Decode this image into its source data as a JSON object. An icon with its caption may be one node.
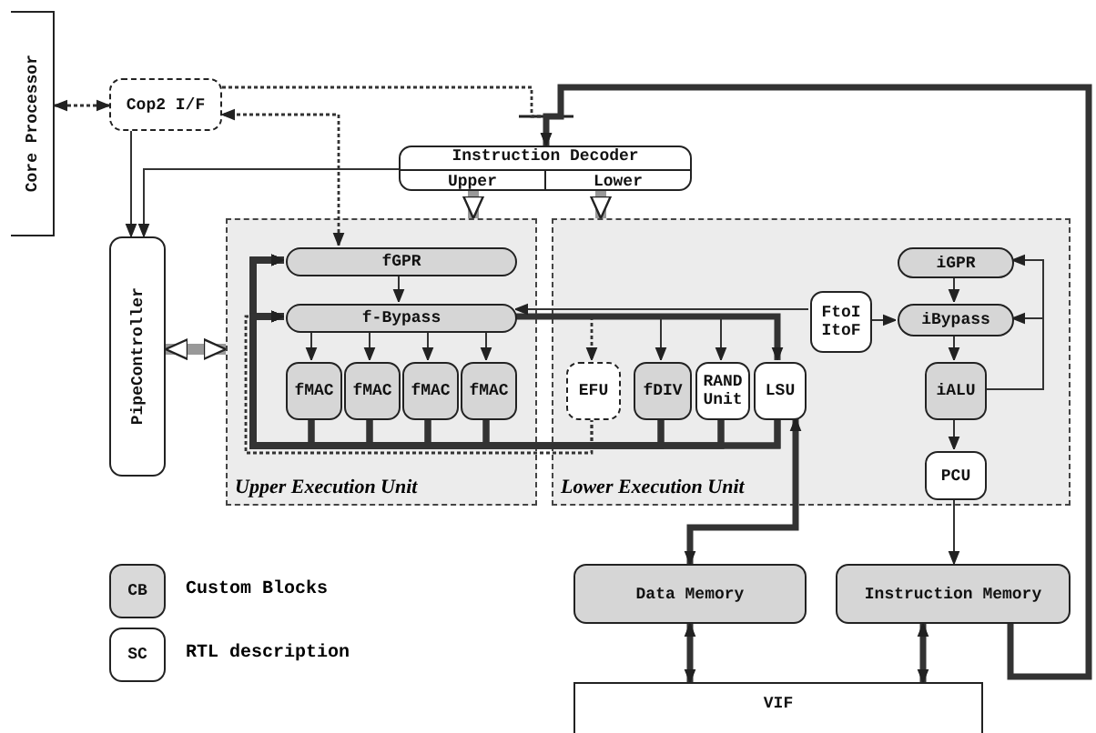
{
  "diagram": {
    "nodes": [
      {
        "text": [
          "Core Processor"
        ]
      },
      {
        "text": [
          "Cop2 I/F"
        ]
      },
      {
        "text": [
          "Instruction Decoder",
          "Upper",
          "Lower"
        ]
      },
      {
        "text": [
          "PipeController"
        ]
      },
      {
        "text": [
          "Upper Execution Unit"
        ]
      },
      {
        "text": [
          "fGPR"
        ],
        "in": 4
      },
      {
        "text": [
          "f-Bypass"
        ],
        "in": 4
      },
      {
        "text": [
          "fMAC"
        ],
        "in": 4
      },
      {
        "text": [
          "fMAC"
        ],
        "in": 4
      },
      {
        "text": [
          "fMAC"
        ],
        "in": 4
      },
      {
        "text": [
          "fMAC"
        ],
        "in": 4
      },
      {
        "text": [
          "Lower Execution Unit"
        ]
      },
      {
        "text": [
          "EFU"
        ],
        "in": 11
      },
      {
        "text": [
          "fDIV"
        ],
        "in": 11
      },
      {
        "text": [
          "RAND Unit"
        ],
        "in": 11
      },
      {
        "text": [
          "LSU"
        ],
        "in": 11
      },
      {
        "text": [
          "FtoI ItoF"
        ],
        "in": 11
      },
      {
        "text": [
          "iGPR"
        ],
        "in": 11
      },
      {
        "text": [
          "iBypass"
        ],
        "in": 11
      },
      {
        "text": [
          "iALU"
        ],
        "in": 11
      },
      {
        "text": [
          "PCU"
        ],
        "in": 11
      },
      {
        "text": [
          "Data Memory"
        ]
      },
      {
        "text": [
          "Instruction Memory"
        ]
      },
      {
        "text": [
          "VIF"
        ]
      }
    ],
    "edges": [
      {
        "from": 0,
        "to": 1,
        "arrow": "both",
        "style": "dashed"
      },
      {
        "from": 1,
        "to": 2,
        "arrow": "to",
        "style": "dashed"
      },
      {
        "from": 5,
        "to": 1,
        "arrow": "both",
        "style": "dashed"
      },
      {
        "from": 1,
        "to": 3,
        "arrow": "to"
      },
      {
        "from": 2,
        "to": 3,
        "arrow": "to"
      },
      {
        "from": 3,
        "to": 4,
        "arrow": "both",
        "style": "thick",
        "color": "#999999"
      },
      {
        "from": 2,
        "to": 4,
        "arrow": "to",
        "style": "thick",
        "color": "#999999"
      },
      {
        "from": 2,
        "to": 11,
        "arrow": "to",
        "style": "thick",
        "color": "#999999"
      },
      {
        "from": 22,
        "to": 2,
        "arrow": "to",
        "style": "thick"
      },
      {
        "from": 5,
        "to": 6,
        "arrow": "to"
      },
      {
        "from": 6,
        "to": 7,
        "arrow": "to"
      },
      {
        "from": 6,
        "to": 8,
        "arrow": "to"
      },
      {
        "from": 6,
        "to": 9,
        "arrow": "to"
      },
      {
        "from": 6,
        "to": 10,
        "arrow": "to"
      },
      {
        "from": 7,
        "to": 5,
        "arrow": "to",
        "style": "thick"
      },
      {
        "from": 7,
        "to": 6,
        "arrow": "to",
        "style": "thick"
      },
      {
        "from": 8,
        "to": 5,
        "arrow": "to",
        "style": "thick"
      },
      {
        "from": 8,
        "to": 6,
        "arrow": "to",
        "style": "thick"
      },
      {
        "from": 9,
        "to": 5,
        "arrow": "to",
        "style": "thick"
      },
      {
        "from": 9,
        "to": 6,
        "arrow": "to",
        "style": "thick"
      },
      {
        "from": 10,
        "to": 5,
        "arrow": "to",
        "style": "thick"
      },
      {
        "from": 10,
        "to": 6,
        "arrow": "to",
        "style": "thick"
      },
      {
        "from": 6,
        "to": 12,
        "arrow": "to",
        "style": "dashed"
      },
      {
        "from": 6,
        "to": 13,
        "arrow": "to"
      },
      {
        "from": 6,
        "to": 14,
        "arrow": "to"
      },
      {
        "from": 6,
        "to": 15,
        "arrow": "to",
        "style": "thick"
      },
      {
        "from": 12,
        "to": 5,
        "arrow": "to",
        "style": "dashed"
      },
      {
        "from": 12,
        "to": 6,
        "arrow": "to",
        "style": "dashed"
      },
      {
        "from": 13,
        "to": 5,
        "arrow": "to",
        "style": "thick"
      },
      {
        "from": 13,
        "to": 6,
        "arrow": "to",
        "style": "thick"
      },
      {
        "from": 14,
        "to": 5,
        "arrow": "to",
        "style": "thick"
      },
      {
        "from": 14,
        "to": 6,
        "arrow": "to",
        "style": "thick"
      },
      {
        "from": 15,
        "to": 5,
        "arrow": "to",
        "style": "thick"
      },
      {
        "from": 15,
        "to": 6,
        "arrow": "to",
        "style": "thick"
      },
      {
        "from": 16,
        "to": 6,
        "arrow": "to"
      },
      {
        "from": 16,
        "to": 18,
        "arrow": "to"
      },
      {
        "from": 17,
        "to": 18,
        "arrow": "to"
      },
      {
        "from": 18,
        "to": 19,
        "arrow": "to"
      },
      {
        "from": 19,
        "to": 20,
        "arrow": "to"
      },
      {
        "from": 19,
        "to": 17,
        "arrow": "to"
      },
      {
        "from": 19,
        "to": 18,
        "arrow": "to"
      },
      {
        "from": 15,
        "to": 21,
        "arrow": "both",
        "style": "thick"
      },
      {
        "from": 20,
        "to": 22,
        "arrow": "to"
      },
      {
        "from": 21,
        "to": 23,
        "arrow": "both",
        "style": "thick"
      },
      {
        "from": 22,
        "to": 23,
        "arrow": "both",
        "style": "thick"
      }
    ],
    "labels": [
      "CB",
      "SC"
    ],
    "legend": [
      {
        "text": "Custom Blocks",
        "color": "#d9d9d9"
      },
      {
        "text": "RTL description",
        "color": "#ffffff"
      }
    ]
  }
}
